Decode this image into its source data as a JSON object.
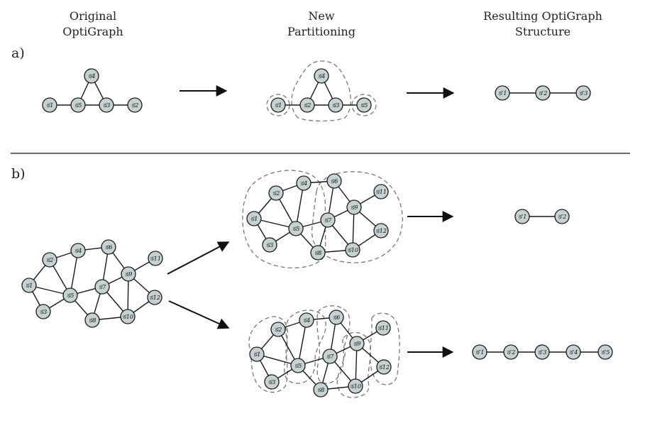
{
  "headers": {
    "col1": [
      "Original",
      "OptiGraph"
    ],
    "col2": [
      "New",
      "Partitioning"
    ],
    "col3": [
      "Resulting OptiGraph",
      "Structure"
    ]
  },
  "panels": {
    "a": {
      "label": "a)"
    },
    "b": {
      "label": "b)"
    }
  },
  "node_labels": {
    "g1": "𝒢1",
    "g2": "𝒢2",
    "g3": "𝒢3",
    "g4": "𝒢4",
    "g5": "𝒢5",
    "g6": "𝒢6",
    "g7": "𝒢7",
    "g8": "𝒢8",
    "g9": "𝒢9",
    "g10": "𝒢10",
    "g11": "𝒢11",
    "g12": "𝒢12",
    "p1": "𝒢′1",
    "p2": "𝒢′2",
    "p3": "𝒢′3",
    "p4": "𝒢′4",
    "p5": "𝒢′5"
  },
  "colors": {
    "node_fill": "#c5d2d1",
    "partition_outline": "#777777"
  }
}
